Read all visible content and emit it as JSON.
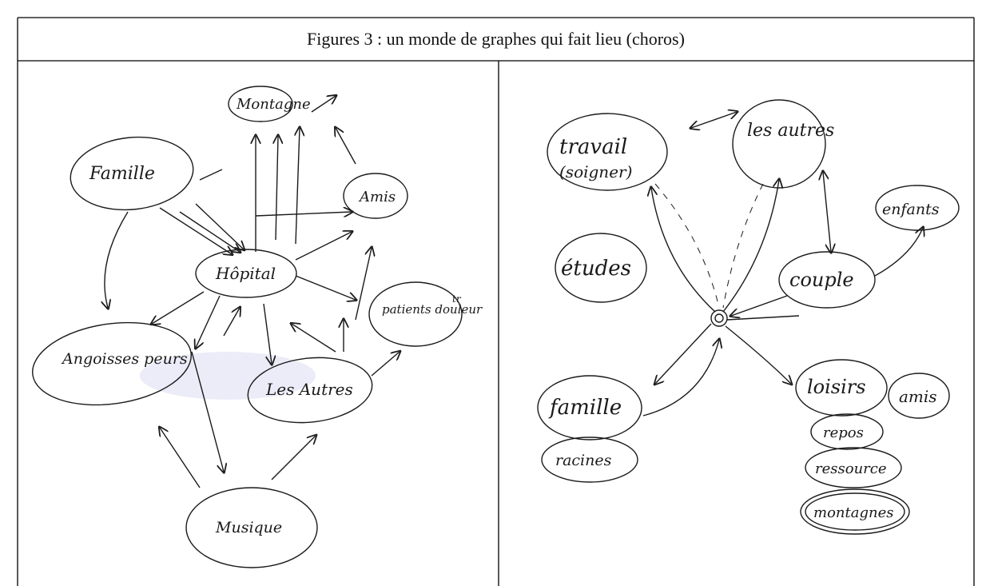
{
  "caption": "Figures 3 : un monde de graphes qui fait lieu (choros)",
  "left_diagram": {
    "nodes": {
      "montagne": "Montagne",
      "famille": "Famille",
      "amis": "Amis",
      "hopital": "Hôpital",
      "patients": "patients douleur",
      "angoisses": "Angoisses peurs",
      "autres": "Les Autres",
      "musique": "Musique"
    },
    "superscript": "tr"
  },
  "right_diagram": {
    "nodes": {
      "travail": "travail",
      "travail_sub": "(soigner)",
      "autres": "les autres",
      "enfants": "enfants",
      "etudes": "études",
      "couple": "couple",
      "famille": "famille",
      "racines": "racines",
      "loisirs": "loisirs",
      "amis": "amis",
      "repos": "repos",
      "ressource": "ressource",
      "montagnes": "montagnes"
    }
  },
  "colors": {
    "ink": "#1a1a1a",
    "border": "#000000",
    "smudge": "#d9d9f3"
  }
}
